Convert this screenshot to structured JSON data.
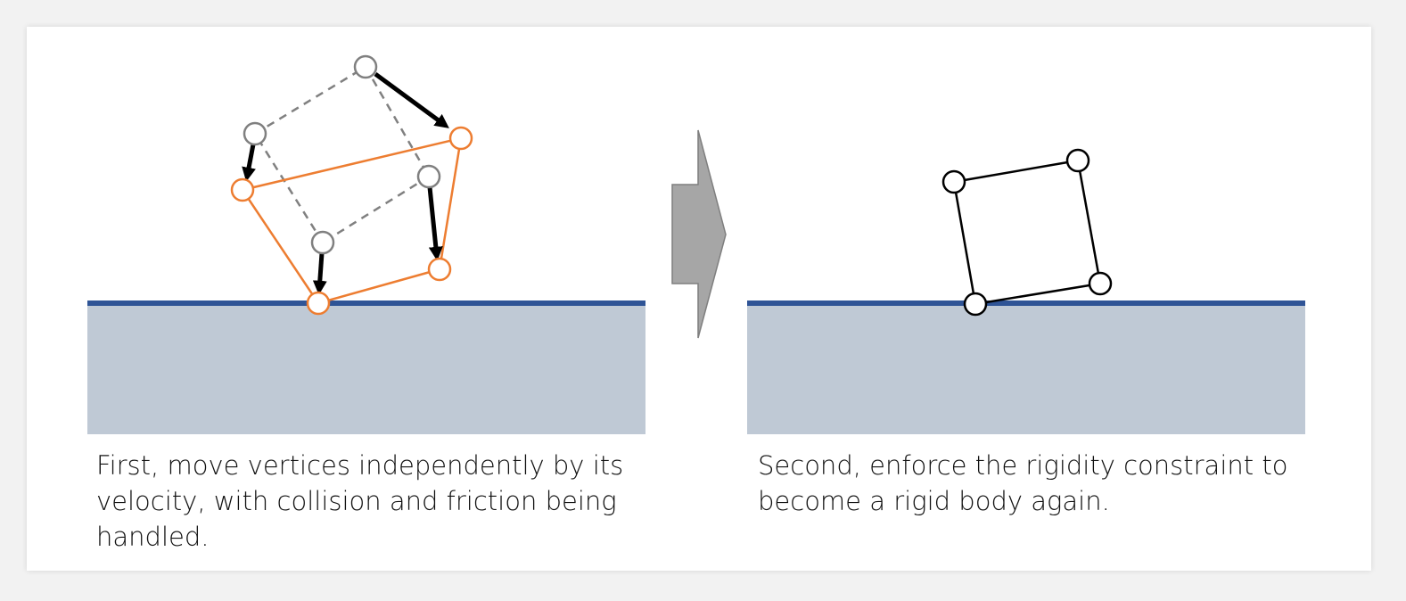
{
  "captions": {
    "left": "First, move vertices independently by its velocity, with collision and friction being handled.",
    "right": "Second, enforce the rigidity constraint to become a rigid body again."
  },
  "colors": {
    "ground_fill": "#bfc9d5",
    "ground_line": "#2f5496",
    "old_body": "#808080",
    "new_body": "#ed7d31",
    "arrow": "#000000",
    "rigid_body": "#000000",
    "step_arrow": "#a6a6a6"
  },
  "icons": {
    "step_arrow": "chevron-right-arrow"
  }
}
